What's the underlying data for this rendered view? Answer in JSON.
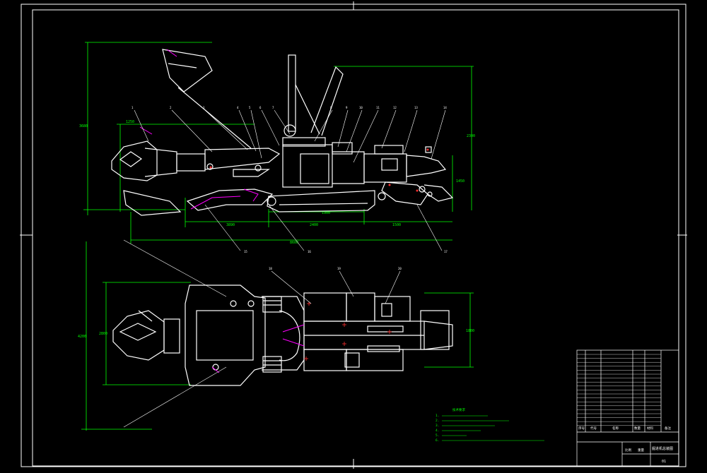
{
  "drawing": {
    "background": "#000000",
    "colors": {
      "frame": "#ffffff",
      "outline": "#ffffff",
      "dimension": "#00ff00",
      "leader": "#ffffff",
      "highlight": "#ff00ff",
      "center_mark": "#ff3030",
      "title_block": "#ffffff"
    }
  },
  "notes": {
    "heading": "技术要求",
    "lines": [
      "1.",
      "2.",
      "3.",
      "4.",
      "5.",
      "6."
    ]
  },
  "title_block": {
    "drawing_name": "掘进机总装图",
    "sheet_mark": "01",
    "scale_label": "比例",
    "weight_label": "重量",
    "header_labels": [
      "序号",
      "代号",
      "名称",
      "数量",
      "材料",
      "备注"
    ]
  }
}
